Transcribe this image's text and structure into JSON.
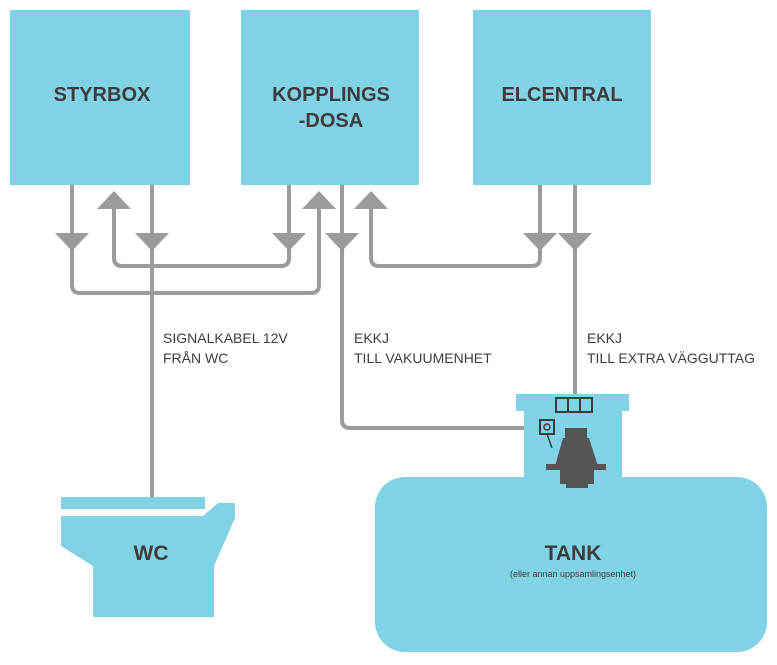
{
  "colors": {
    "box_fill": "#82d2e6",
    "wire": "#9b9b9b",
    "text": "#3c3c3c",
    "pump": "#555555"
  },
  "boxes": {
    "styrbox": "STYRBOX",
    "kopplingsdosa_line1": "KOPPLINGS",
    "kopplingsdosa_line2": "-DOSA",
    "elcentral": "ELCENTRAL"
  },
  "labels": {
    "signal_line1": "SIGNALKABEL 12V",
    "signal_line2": "FRÅN WC",
    "vacuum_line1": "EKKJ",
    "vacuum_line2": "TILL VAKUUMENHET",
    "outlet_line1": "EKKJ",
    "outlet_line2": "TILL EXTRA VÄGGUTTAG"
  },
  "wc": {
    "title": "WC"
  },
  "tank": {
    "title": "TANK",
    "subtitle": "(eller annan uppsamlingsenhet)"
  }
}
